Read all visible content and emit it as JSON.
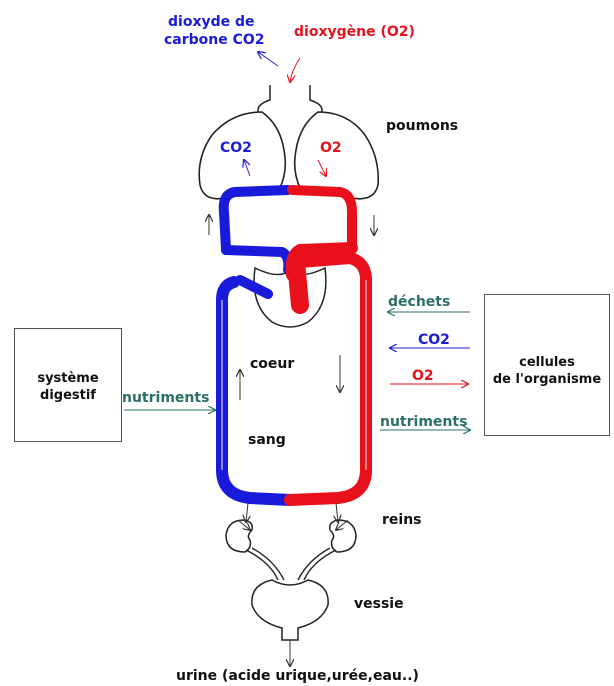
{
  "labels": {
    "co2_out_line1": "dioxyde de",
    "co2_out_line2": "carbone CO2",
    "o2_in": "dioxygène (O2)",
    "poumons": "poumons",
    "co2_lung": "CO2",
    "o2_lung": "O2",
    "dechets": "déchets",
    "co2_cells": "CO2",
    "o2_cells": "O2",
    "nutriments_in": "nutriments",
    "nutriments_out": "nutriments",
    "coeur": "coeur",
    "sang": "sang",
    "reins": "reins",
    "vessie": "vessie",
    "urine": "urine (acide urique,urée,eau..)"
  },
  "boxes": {
    "digestif_line1": "système",
    "digestif_line2": "digestif",
    "cellules_line1": "cellules",
    "cellules_line2": "de l'organisme"
  },
  "colors": {
    "oxygenated": "#e8111b",
    "deoxygenated": "#1a1adb",
    "teal": "#2a6f6a",
    "outline": "#222222"
  }
}
